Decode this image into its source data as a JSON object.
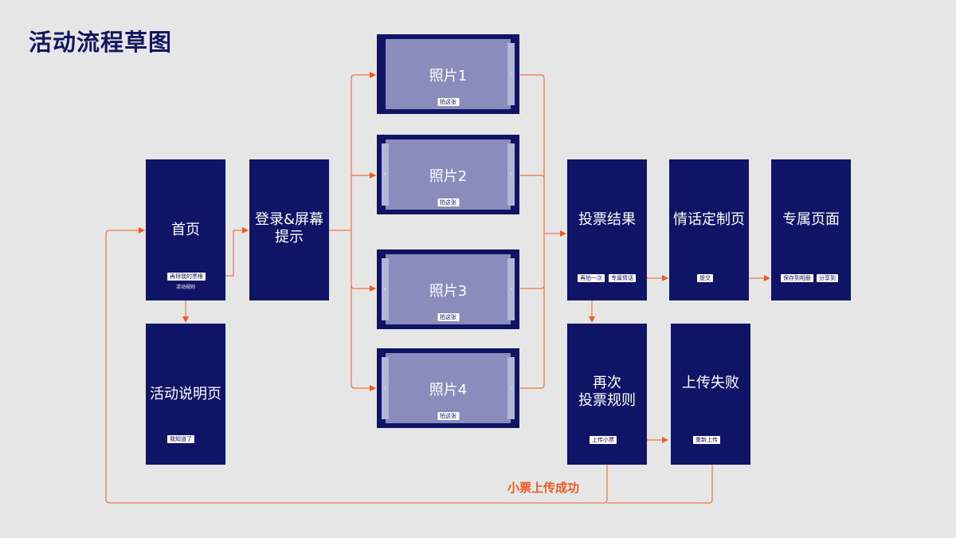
{
  "title": "活动流程草图",
  "colors": {
    "box": "#0f1467",
    "connector": "#ee5a24",
    "background": "#e6e6e6"
  },
  "home": {
    "label": "首页",
    "button": "再拜我的票根",
    "sub": "活动规则"
  },
  "intro": {
    "label": "活动说明页",
    "button": "我知道了"
  },
  "login": {
    "label_line1": "登录&屏幕",
    "label_line2": "提示"
  },
  "photos": [
    {
      "label": "照片1",
      "button": "拍这张"
    },
    {
      "label": "照片2",
      "button": "拍这张"
    },
    {
      "label": "照片3",
      "button": "拍这张"
    },
    {
      "label": "照片4",
      "button": "拍这张"
    }
  ],
  "vote": {
    "label": "投票结果",
    "button_again": "再拍一次",
    "button_custom": "专属情话"
  },
  "custom": {
    "label": "情话定制页",
    "button": "提交"
  },
  "exclusive": {
    "label": "专属页面",
    "button_save": "保存到相册",
    "button_share": "分享到"
  },
  "revote": {
    "label_line1": "再次",
    "label_line2": "投票规则",
    "button": "上传小票"
  },
  "fail": {
    "label": "上传失败",
    "button": "重新上传"
  },
  "caption": "小票上传成功",
  "icons": {
    "prev": "chevron-left-icon",
    "next": "chevron-right-icon"
  }
}
